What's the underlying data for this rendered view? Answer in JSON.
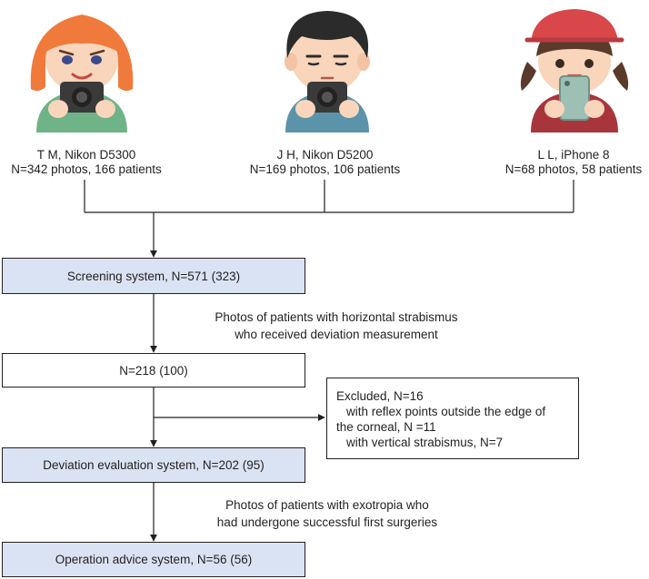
{
  "photographers": [
    {
      "name": "T M, Nikon D5300",
      "stats": "N=342 photos, 166 patients",
      "icon": "photographer-woman-camera-icon"
    },
    {
      "name": "J H, Nikon D5200",
      "stats": "N=169 photos, 106 patients",
      "icon": "photographer-man-camera-icon"
    },
    {
      "name": "L L, iPhone 8",
      "stats": "N=68 photos, 58 patients",
      "icon": "photographer-girl-phone-icon"
    }
  ],
  "screening": {
    "label": "Screening system, N=571 (323)"
  },
  "filter_note_1": {
    "line1": "Photos of patients with horizontal strabismus",
    "line2": "who received deviation measurement"
  },
  "intermediate": {
    "label": "N=218 (100)"
  },
  "excluded": {
    "line1": "Excluded, N=16",
    "line2": "with reflex points outside the edge of",
    "line3": "the corneal, N =11",
    "line4": "with vertical strabismus, N=7"
  },
  "deviation": {
    "label": "Deviation evaluation system, N=202 (95)"
  },
  "filter_note_2": {
    "line1": "Photos of patients with exotropia who",
    "line2": "had undergone successful first surgeries"
  },
  "operation": {
    "label": "Operation advice system, N=56 (56)"
  },
  "colors": {
    "box_fill": "#dae3f3",
    "line": "#231f20"
  }
}
